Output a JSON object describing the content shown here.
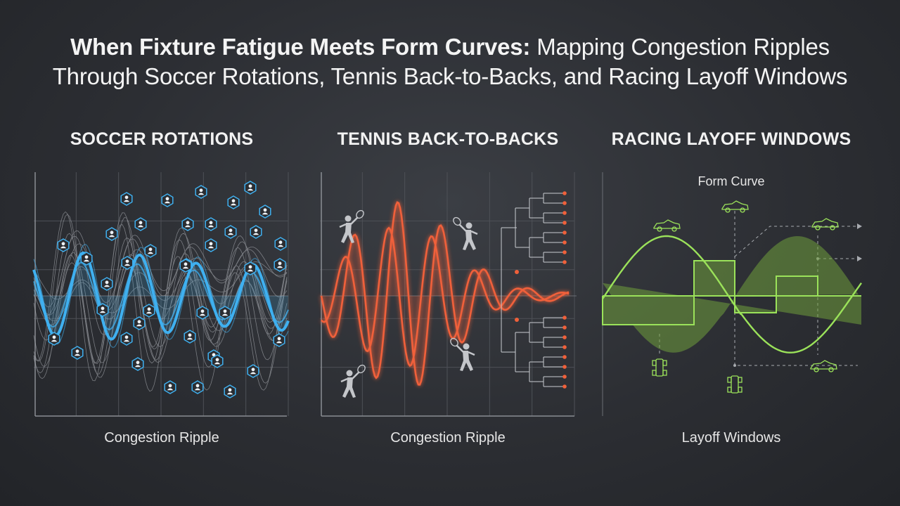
{
  "title": {
    "line1_bold": "When Fixture Fatigue Meets Form Curves:",
    "line1_rest": "Mapping Congestion Ripples",
    "line2": "Through Soccer Rotations, Tennis Back-to-Backs, and Racing Layoff Windows"
  },
  "panels": [
    {
      "heading": "SOCCER ROTATIONS",
      "caption": "Congestion Ripple"
    },
    {
      "heading": "TENNIS BACK-TO-BACKS",
      "caption": "Congestion Ripple"
    },
    {
      "heading": "RACING LAYOFF WINDOWS",
      "caption": "Layoff Windows",
      "curve_label": "Form Curve"
    }
  ],
  "colors": {
    "background": "#2c2e33",
    "soccer": "#3fb0f0",
    "tennis": "#f0603a",
    "racing": "#9be25a",
    "grid": "#55585e"
  },
  "icons": {
    "soccer": "player-hex-icon",
    "tennis": "tennis-player-icon",
    "racing": "race-car-icon"
  }
}
